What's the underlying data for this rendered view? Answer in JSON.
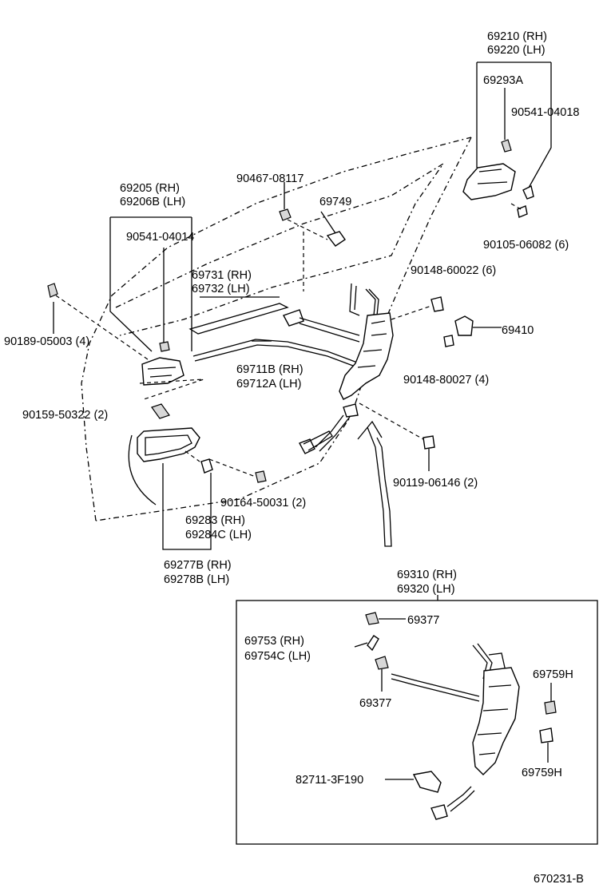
{
  "diagram_id": "670231-B",
  "labels": {
    "l69210": "69210 (RH)",
    "l69220": "69220 (LH)",
    "l69293a": "69293A",
    "l90541_top": "90541-04018",
    "l90105": "90105-06082 (6)",
    "l90467": "90467-08117",
    "l69749": "69749",
    "l69205": "69205   (RH)",
    "l69206b": "69206B (LH)",
    "l90541_left": "90541-04014",
    "l69731": "69731 (RH)",
    "l69732": "69732 (LH)",
    "l90148a": "90148-60022 (6)",
    "l69410": "69410",
    "l90189": "90189-05003 (4)",
    "l69711b": "69711B (RH)",
    "l69712a": "69712A (LH)",
    "l90148b": "90148-80027 (4)",
    "l90159": "90159-50322 (2)",
    "l90119": "90119-06146 (2)",
    "l90164": "90164-50031 (2)",
    "l69283": "69283   (RH)",
    "l69284c": "69284C (LH)",
    "l69277b": "69277B (RH)",
    "l69278b": "69278B (LH)",
    "l69310": "69310 (RH)",
    "l69320": "69320 (LH)",
    "l69377a": "69377",
    "l69753": "69753   (RH)",
    "l69754c": "69754C (LH)",
    "l69377b": "69377",
    "l69759h_a": "69759H",
    "l82711": "82711-3F190",
    "l69759h_b": "69759H"
  }
}
